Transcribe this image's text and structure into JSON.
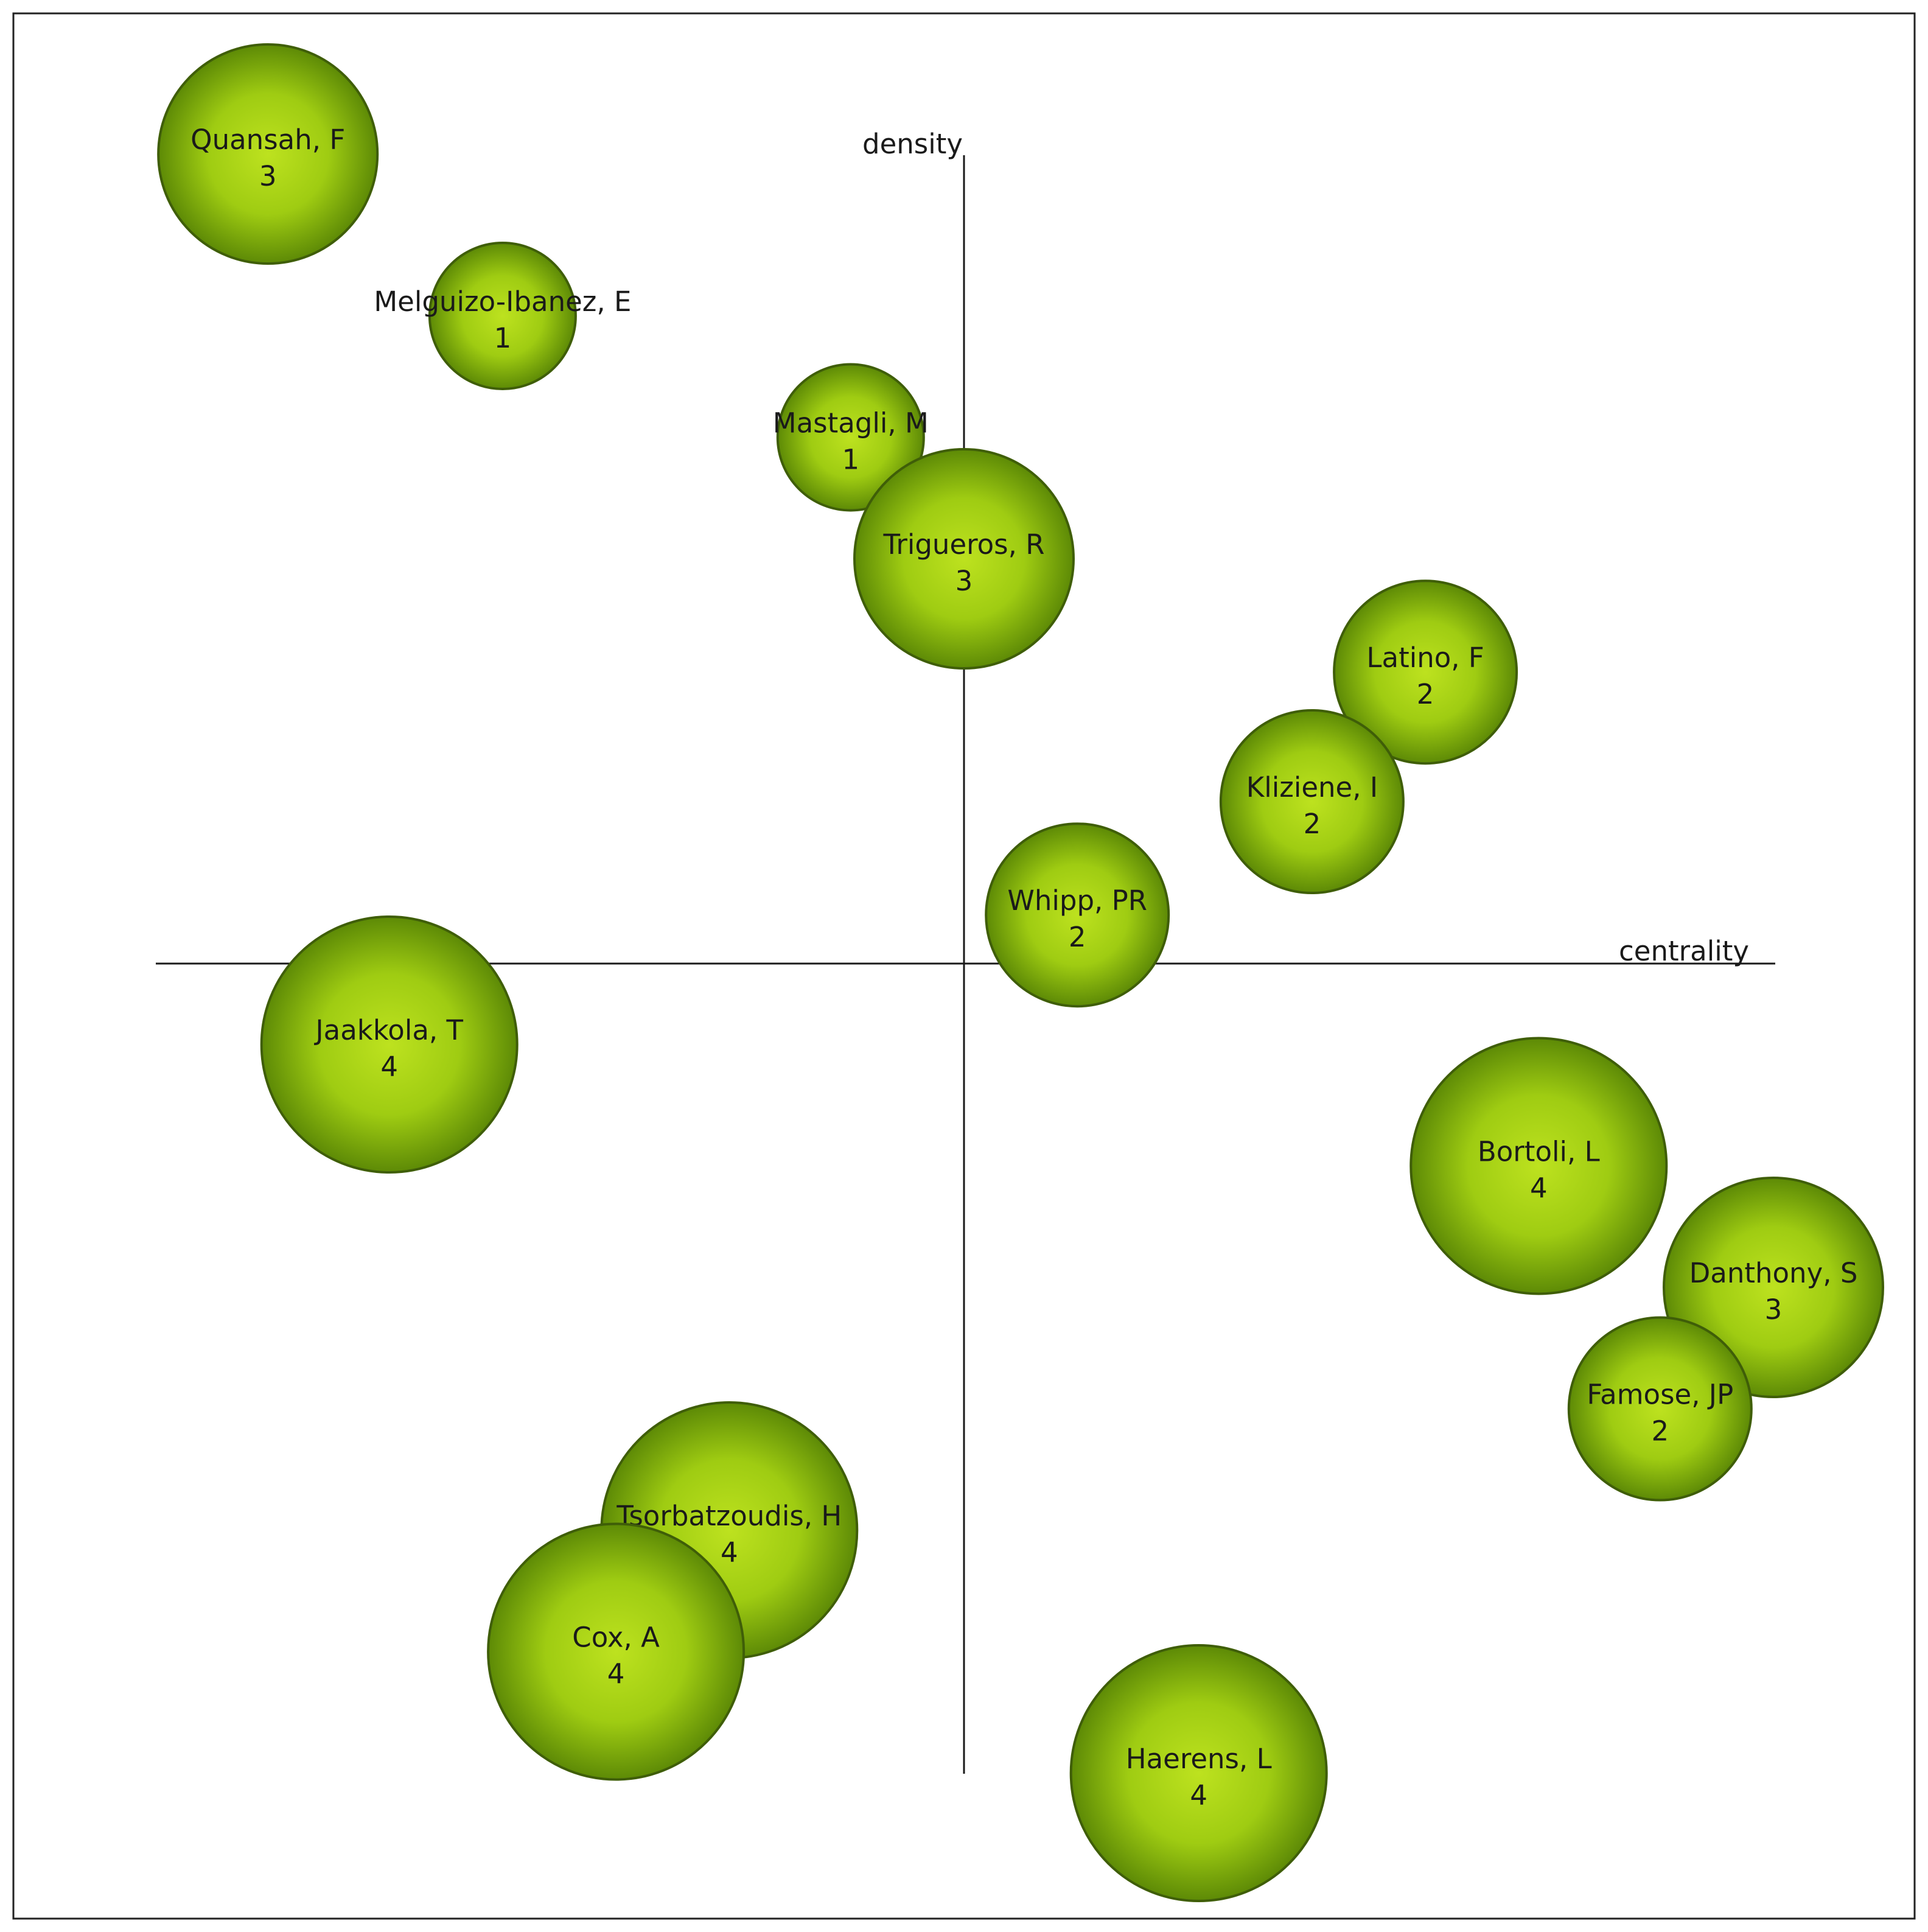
{
  "chart_data": {
    "type": "scatter",
    "xlabel": "centrality",
    "ylabel": "density",
    "xlim": [
      -1,
      1
    ],
    "ylim": [
      -1,
      1
    ],
    "grid": false,
    "bubble_color": "#9fcc12",
    "bubble_edge_color": "#3f5e08",
    "points": [
      {
        "label": "Quansah, F",
        "value": "3",
        "x": -0.86,
        "y": 1.0
      },
      {
        "label": "Melguizo-Ibanez, E",
        "value": "1",
        "x": -0.57,
        "y": 0.8
      },
      {
        "label": "Mastagli, M",
        "value": "1",
        "x": -0.14,
        "y": 0.65
      },
      {
        "label": "Trigueros, R",
        "value": "3",
        "x": 0.0,
        "y": 0.5
      },
      {
        "label": "Latino, F",
        "value": "2",
        "x": 0.57,
        "y": 0.36
      },
      {
        "label": "Kliziene, I",
        "value": "2",
        "x": 0.43,
        "y": 0.2
      },
      {
        "label": "Whipp, PR",
        "value": "2",
        "x": 0.14,
        "y": 0.06
      },
      {
        "label": "Jaakkola, T",
        "value": "4",
        "x": -0.71,
        "y": -0.1
      },
      {
        "label": "Bortoli, L",
        "value": "4",
        "x": 0.71,
        "y": -0.25
      },
      {
        "label": "Danthony, S",
        "value": "3",
        "x": 1.0,
        "y": -0.4
      },
      {
        "label": "Famose, JP",
        "value": "2",
        "x": 0.86,
        "y": -0.55
      },
      {
        "label": "Tsorbatzoudis, H",
        "value": "4",
        "x": -0.29,
        "y": -0.7
      },
      {
        "label": "Cox, A",
        "value": "4",
        "x": -0.43,
        "y": -0.85
      },
      {
        "label": "Haerens, L",
        "value": "4",
        "x": 0.29,
        "y": -1.0
      }
    ]
  }
}
